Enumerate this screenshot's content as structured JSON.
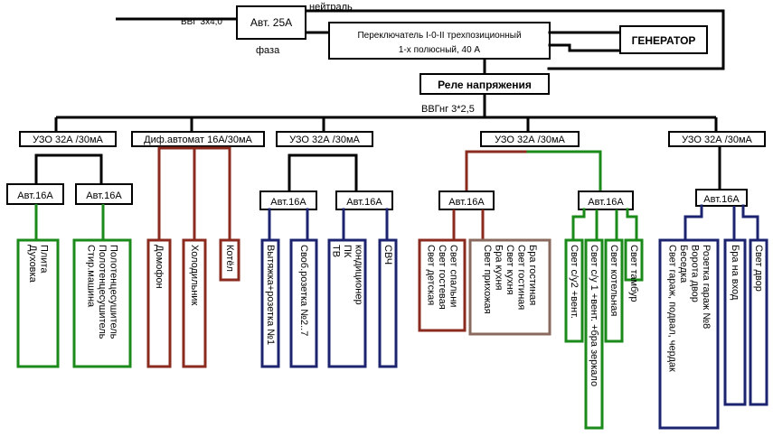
{
  "top": {
    "cable_in": "ВВГ 3х4,0",
    "main_breaker": "Авт. 25А",
    "neutral": "нейтраль",
    "phase": "фаза",
    "switch_line1": "Переключатель I-0-II трехпозиционный",
    "switch_line2": "1-х полюсный, 40 А",
    "generator": "ГЕНЕРАТОР",
    "relay": "Реле напряжения",
    "bus_cable": "ВВГнг 3*2,5"
  },
  "groups": [
    {
      "label": "УЗО 32А /30мА"
    },
    {
      "label": "Диф.автомат 16А/30мА"
    },
    {
      "label": "УЗО 32А /30мА"
    },
    {
      "label": "УЗО 32А /30мА"
    },
    {
      "label": "УЗО 32А /30мА"
    }
  ],
  "breakers": [
    {
      "label": "Авт.16А"
    },
    {
      "label": "Авт.16А"
    },
    {
      "label": "Авт.16А"
    },
    {
      "label": "Авт.16А"
    },
    {
      "label": "Авт.16А"
    },
    {
      "label": "Авт.16А"
    },
    {
      "label": "Авт.16А"
    }
  ],
  "loads": [
    {
      "lines": [
        "Плита",
        "Духовка"
      ]
    },
    {
      "lines": [
        "Полотенцесушитель",
        "Полотенцесушитель",
        "Стир.машина"
      ]
    },
    {
      "lines": [
        "Домофон"
      ]
    },
    {
      "lines": [
        "Холодильник"
      ]
    },
    {
      "lines": [
        "Котёл"
      ]
    },
    {
      "lines": [
        "Вытяжка+розетка №1"
      ]
    },
    {
      "lines": [
        "Своб.розетка №2..7"
      ]
    },
    {
      "lines": [
        "кондиционер",
        "ПК",
        "ТВ"
      ]
    },
    {
      "lines": [
        "СВЧ"
      ]
    },
    {
      "lines": [
        "Свет спальни",
        "Свет гостевая",
        "Свет детская"
      ]
    },
    {
      "lines": [
        "Бра гостиная",
        "Свет гостиная",
        "Свет кухня",
        "Бра кухня",
        "Свет прихожая"
      ]
    },
    {
      "lines": [
        "Свет с/у2 +вент."
      ]
    },
    {
      "lines": [
        "Свет с/у 1 +вент. +бра зеркало"
      ]
    },
    {
      "lines": [
        "Свет котельная"
      ]
    },
    {
      "lines": [
        "Свет тамбур"
      ]
    },
    {
      "lines": [
        "Розетка гараж №8",
        "Ворота двор",
        "Беседка",
        "Свет гараж, подвал, чердак"
      ]
    },
    {
      "lines": [
        "Бра на вход"
      ]
    },
    {
      "lines": [
        "Свет двор"
      ]
    }
  ],
  "colors": {
    "black": "#000000",
    "green": "#1a8a1a",
    "brown": "#8b2a1e",
    "navy": "#1c2470",
    "gray_brown": "#8a6a5e"
  }
}
